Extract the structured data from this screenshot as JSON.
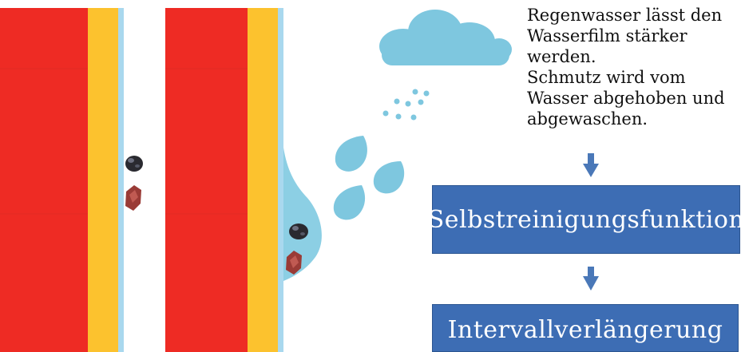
{
  "description": {
    "lines": [
      "Regenwasser lässt den",
      "Wasserfilm stärker",
      "werden.",
      "Schmutz wird vom",
      "Wasser abgehoben und",
      "abgewaschen."
    ]
  },
  "boxes": {
    "self_cleaning": "Selbstreinigungsfunktion",
    "interval": "Intervallverlängerung"
  },
  "colors": {
    "wall_red": "#ee2b24",
    "wall_yellow": "#fcc22e",
    "water_film": "#a9d8ee",
    "water": "#8ccfe4",
    "box_fill": "#3d6db4",
    "arrow": "#4a78b8"
  }
}
